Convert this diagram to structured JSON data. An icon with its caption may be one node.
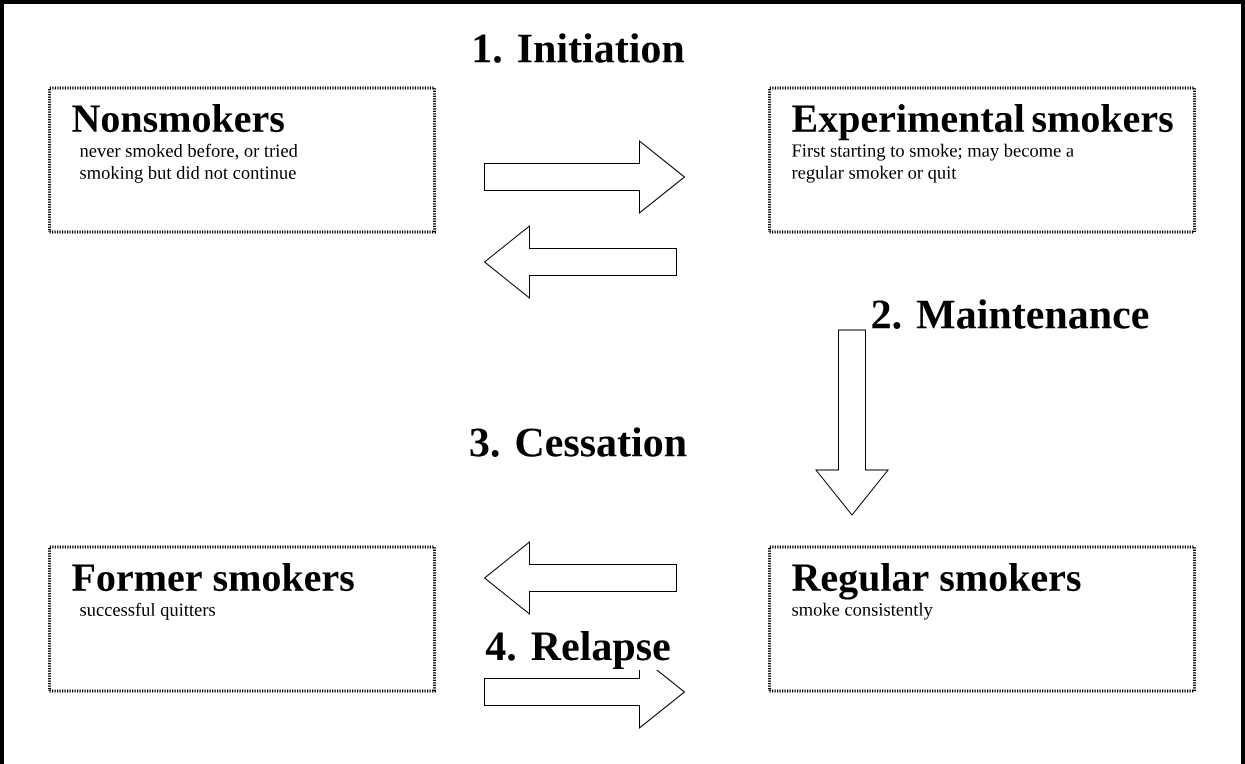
{
  "diagram": {
    "nodes": [
      {
        "text": [
          "Nonsmokers",
          "never smoked before, or tried smoking but did not continue"
        ]
      },
      {
        "text": [
          "Experimental smokers",
          "First starting to smoke; may become a regular smoker or quit"
        ]
      },
      {
        "text": [
          "Regular smokers",
          "smoke consistently"
        ]
      },
      {
        "text": [
          "Former smokers",
          "successful quitters"
        ]
      }
    ],
    "edges": [
      {
        "from": 0,
        "to": 1,
        "arrow": "to",
        "label": "1. Initiation"
      },
      {
        "from": 1,
        "to": 0,
        "arrow": "to"
      },
      {
        "from": 1,
        "to": 2,
        "arrow": "to",
        "label": "2. Maintenance"
      },
      {
        "from": 2,
        "to": 3,
        "arrow": "to",
        "label": "3. Cessation"
      },
      {
        "from": 3,
        "to": 2,
        "arrow": "to",
        "label": "4. Relapse"
      }
    ]
  }
}
